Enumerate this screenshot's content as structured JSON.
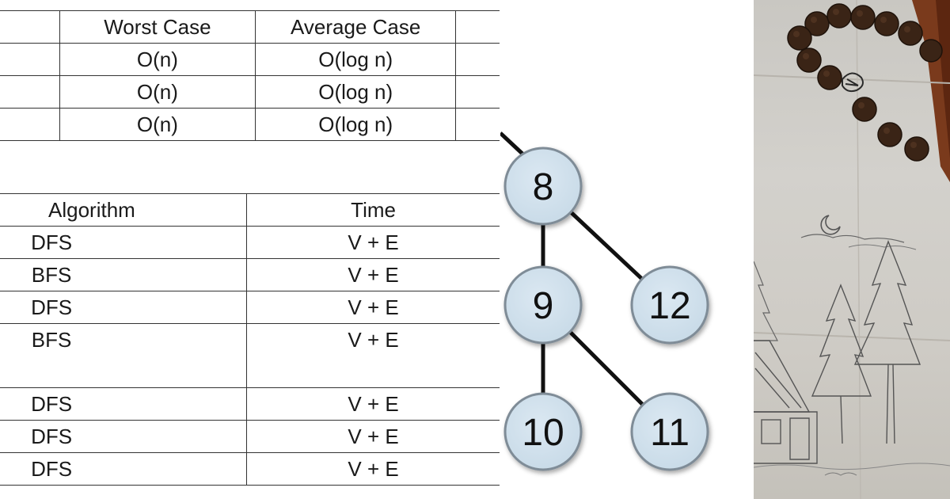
{
  "complexity_table": {
    "headers": [
      "",
      "Worst Case",
      "Average Case",
      ""
    ],
    "rows": [
      [
        "",
        "O(n)",
        "O(log n)",
        ""
      ],
      [
        "",
        "O(n)",
        "O(log n)",
        ""
      ],
      [
        "",
        "O(n)",
        "O(log n)",
        ""
      ]
    ]
  },
  "algorithm_table": {
    "headers": [
      "Algorithm",
      "Time"
    ],
    "rows": [
      [
        "DFS",
        "V + E"
      ],
      [
        "BFS",
        "V + E"
      ],
      [
        "DFS",
        "V + E"
      ],
      [
        "BFS",
        "V + E"
      ],
      [
        "DFS",
        "V + E"
      ],
      [
        "DFS",
        "V + E"
      ],
      [
        "DFS",
        "V + E"
      ]
    ]
  },
  "tree": {
    "nodes": [
      {
        "id": "n8",
        "label": "8"
      },
      {
        "id": "n9",
        "label": "9"
      },
      {
        "id": "n12",
        "label": "12"
      },
      {
        "id": "n10",
        "label": "10"
      },
      {
        "id": "n11",
        "label": "11"
      }
    ],
    "node_fill": "#c9dbe8",
    "node_stroke": "#7f8c97"
  },
  "photo": {
    "content": "pencil sketch of pine trees and a hut with a bead bracelet on paper",
    "paper_color": "#cfccc6",
    "bead_color": "#3a2416"
  }
}
